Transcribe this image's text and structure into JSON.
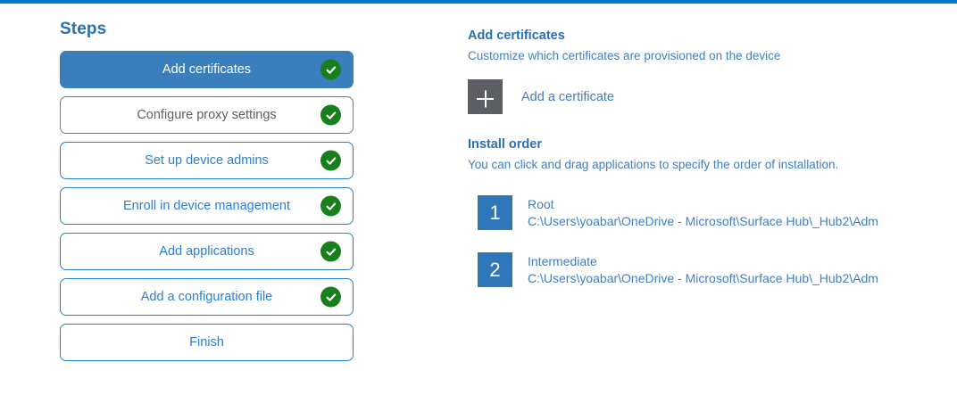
{
  "accent_color": "#0078c8",
  "steps_panel": {
    "title": "Steps",
    "items": [
      {
        "label": "Add certificates",
        "state": "selected",
        "checked": true
      },
      {
        "label": "Configure proxy settings",
        "state": "muted",
        "checked": true
      },
      {
        "label": "Set up device admins",
        "state": "normal",
        "checked": true
      },
      {
        "label": "Enroll in device management",
        "state": "normal",
        "checked": true
      },
      {
        "label": "Add applications",
        "state": "normal",
        "checked": true
      },
      {
        "label": "Add a configuration file",
        "state": "normal",
        "checked": true
      },
      {
        "label": "Finish",
        "state": "normal",
        "checked": false
      }
    ]
  },
  "content": {
    "section_title": "Add certificates",
    "section_subtitle": "Customize which certificates are provisioned on the device",
    "add_certificate_label": "Add a certificate",
    "add_certificate_icon": "plus-icon",
    "install_order_title": "Install order",
    "install_order_subtitle": "You can click and drag applications to specify the order of installation.",
    "install_order_items": [
      {
        "number": "1",
        "name": "Root",
        "path": "C:\\Users\\yoabar\\OneDrive - Microsoft\\Surface Hub\\_Hub2\\Adm"
      },
      {
        "number": "2",
        "name": "Intermediate",
        "path": "C:\\Users\\yoabar\\OneDrive - Microsoft\\Surface Hub\\_Hub2\\Adm"
      }
    ]
  }
}
